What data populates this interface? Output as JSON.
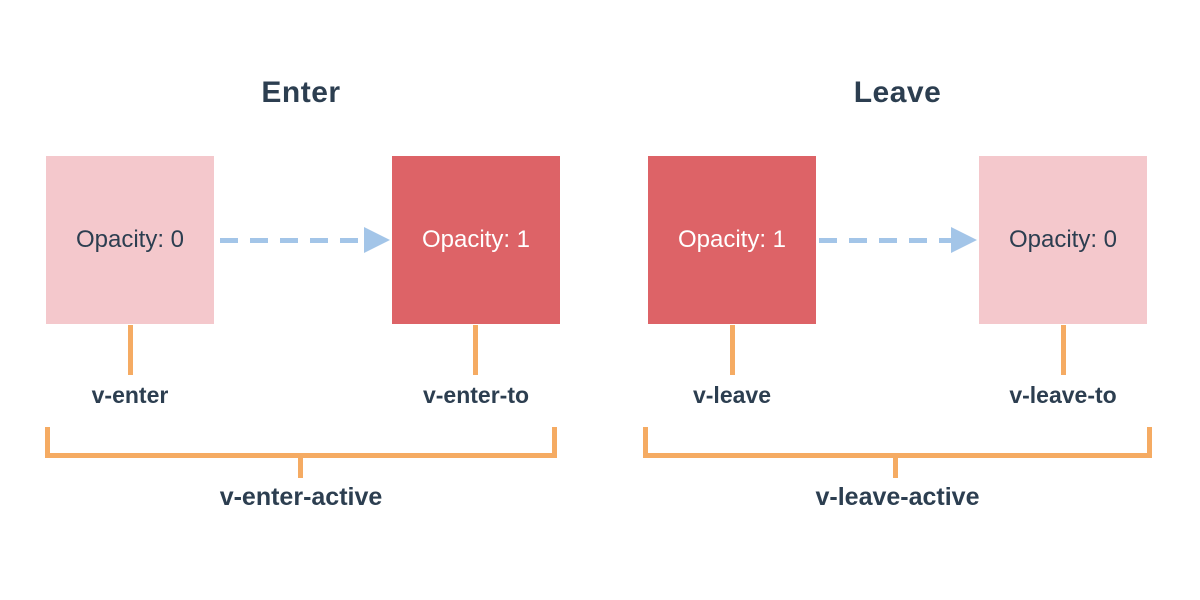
{
  "colors": {
    "bg": "#ffffff",
    "navy": "#2c3e50",
    "pink": "#f4c8cc",
    "red": "#dd6367",
    "blue": "#a3c5e8",
    "orange": "#f5ab63",
    "white": "#ffffff"
  },
  "sections": [
    {
      "title": "Enter",
      "start_box": {
        "label": "Opacity: 0",
        "state": "transparent"
      },
      "end_box": {
        "label": "Opacity: 1",
        "state": "opaque"
      },
      "start_label": "v-enter",
      "end_label": "v-enter-to",
      "active_label": "v-enter-active"
    },
    {
      "title": "Leave",
      "start_box": {
        "label": "Opacity: 1",
        "state": "opaque"
      },
      "end_box": {
        "label": "Opacity: 0",
        "state": "transparent"
      },
      "start_label": "v-leave",
      "end_label": "v-leave-to",
      "active_label": "v-leave-active"
    }
  ]
}
